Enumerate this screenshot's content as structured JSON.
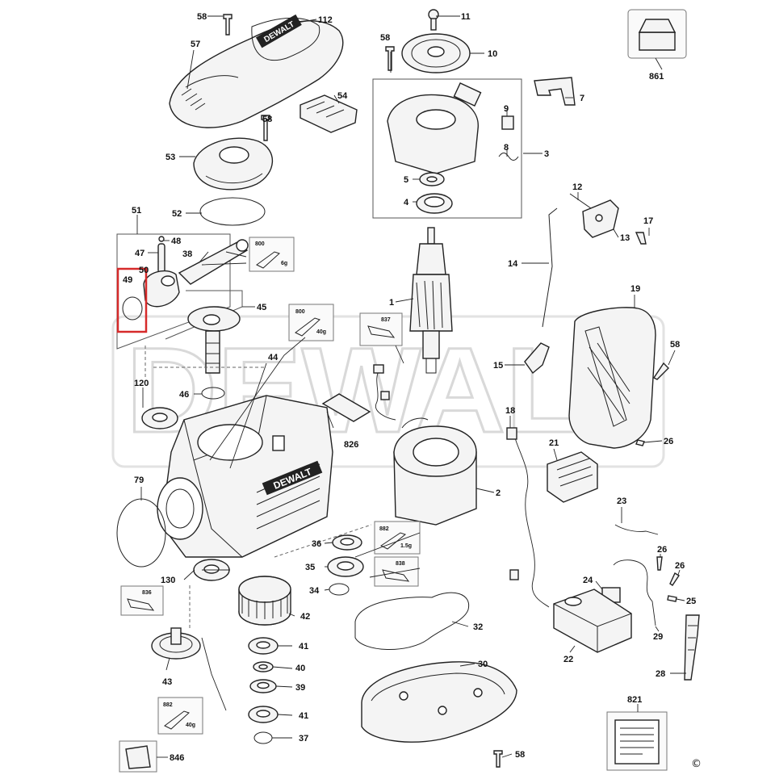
{
  "watermark": "DEWALT",
  "highlighted_part": "49",
  "copyright_symbol": "©",
  "brand_badges": {
    "cover_badge": "DEWALT",
    "housing_badge": "DEWALT"
  },
  "part_labels": {
    "p1": "1",
    "p2": "2",
    "p3": "3",
    "p4": "4",
    "p5": "5",
    "p7": "7",
    "p8": "8",
    "p9": "9",
    "p10": "10",
    "p11": "11",
    "p12": "12",
    "p13": "13",
    "p14": "14",
    "p15": "15",
    "p17": "17",
    "p18": "18",
    "p19": "19",
    "p21": "21",
    "p22": "22",
    "p23": "23",
    "p24": "24",
    "p25": "25",
    "p26a": "26",
    "p26b": "26",
    "p26c": "26",
    "p28": "28",
    "p29": "29",
    "p30": "30",
    "p32": "32",
    "p34": "34",
    "p35": "35",
    "p36": "36",
    "p37": "37",
    "p38": "38",
    "p39": "39",
    "p40": "40",
    "p41a": "41",
    "p41b": "41",
    "p42": "42",
    "p43": "43",
    "p44": "44",
    "p45": "45",
    "p46": "46",
    "p47": "47",
    "p48": "48",
    "p49": "49",
    "p50": "50",
    "p51": "51",
    "p52": "52",
    "p53": "53",
    "p54": "54",
    "p57": "57",
    "p58a": "58",
    "p58b": "58",
    "p58c": "58",
    "p58d": "58",
    "p58e": "58",
    "p79": "79",
    "p112": "112",
    "p120": "120",
    "p130": "130",
    "p821": "821",
    "p826": "826",
    "p846": "846",
    "p861": "861"
  },
  "grease_kits": [
    {
      "code": "800",
      "amount": "6g"
    },
    {
      "code": "800",
      "amount": "40g"
    },
    {
      "code": "837",
      "amount": ""
    },
    {
      "code": "882",
      "amount": "1.5g"
    },
    {
      "code": "838",
      "amount": ""
    },
    {
      "code": "836",
      "amount": ""
    },
    {
      "code": "882",
      "amount": "40g"
    }
  ]
}
